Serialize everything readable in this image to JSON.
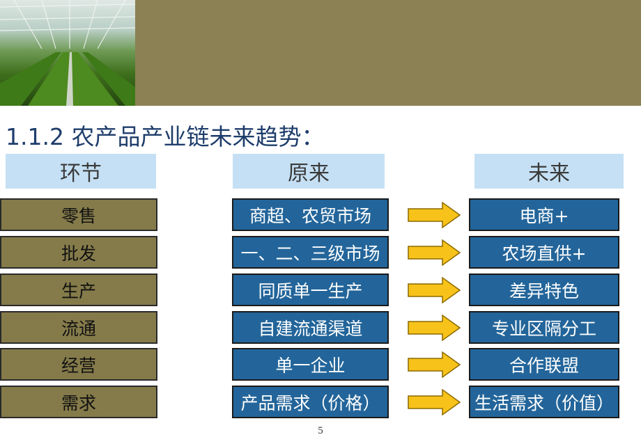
{
  "slide": {
    "title": "1.1.2 农产品产业链未来趋势：",
    "page_number": "5"
  },
  "headers": {
    "stage": "环节",
    "original": "原来",
    "future": "未来"
  },
  "rows": [
    {
      "stage": "零售",
      "original": "商超、农贸市场",
      "future": "电商+"
    },
    {
      "stage": "批发",
      "original": "一、二、三级市场",
      "future": "农场直供+"
    },
    {
      "stage": "生产",
      "original": "同质单一生产",
      "future": "差异特色"
    },
    {
      "stage": "流通",
      "original": "自建流通渠道",
      "future": "专业区隔分工"
    },
    {
      "stage": "经营",
      "original": "单一企业",
      "future": "合作联盟"
    },
    {
      "stage": "需求",
      "original": "产品需求（价格）",
      "future": "生活需求（价值）"
    }
  ],
  "colors": {
    "band": "#8b8154",
    "stage_box": "#857b4a",
    "blue_box": "#23659a",
    "header_box": "#c5e0f4",
    "arrow": "#f7c21a",
    "title": "#1e3d6b"
  }
}
